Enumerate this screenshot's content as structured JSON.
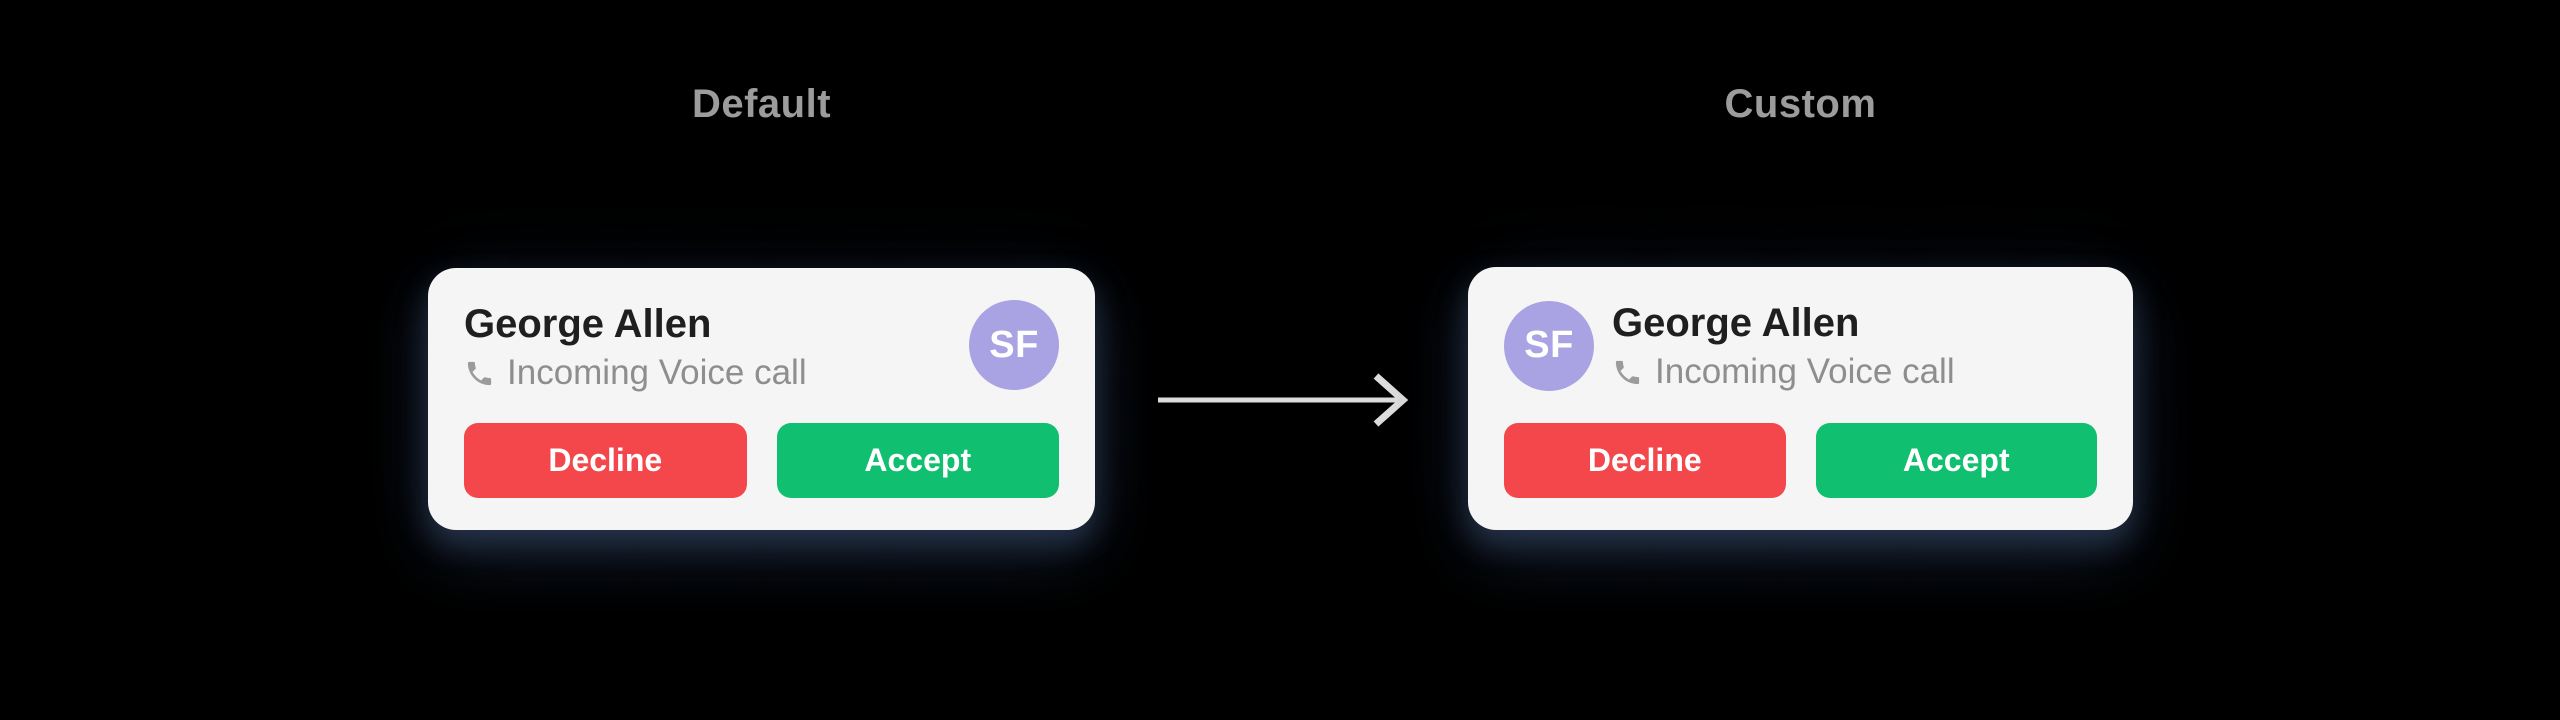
{
  "page": {
    "variants": [
      {
        "id": "default",
        "label": "Default",
        "avatar_position": "right"
      },
      {
        "id": "custom",
        "label": "Custom",
        "avatar_position": "left"
      }
    ]
  },
  "call_card": {
    "caller_name": "George Allen",
    "call_status": "Incoming Voice call",
    "avatar_initials": "SF",
    "decline_label": "Decline",
    "accept_label": "Accept"
  },
  "icons": {
    "phone": "phone-receiver-icon",
    "arrow": "arrow-right-icon"
  },
  "colors": {
    "background": "#000000",
    "card_bg": "#f5f5f6",
    "title_text": "#1f1f1f",
    "subtitle_text": "#8e8e8e",
    "label_text": "#9c9c9c",
    "decline_red": "#f4474c",
    "accept_green": "#10bf70",
    "avatar_purple": "#a9a2e3",
    "button_text": "#ffffff",
    "arrow_gray": "#dcdcdc",
    "icon_gray": "#9b9b9b"
  }
}
